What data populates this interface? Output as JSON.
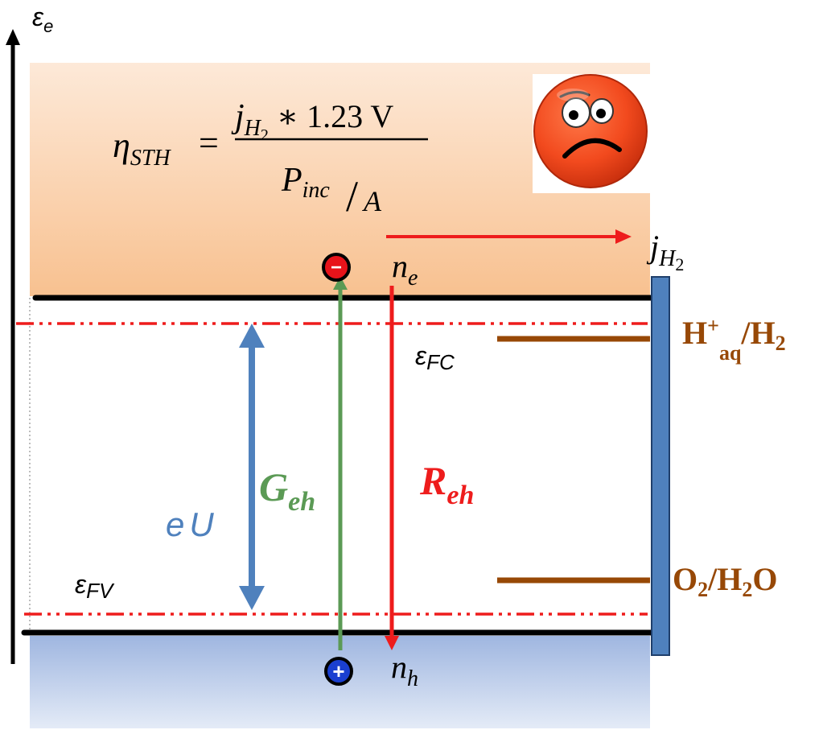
{
  "axis": {
    "symbol": "ε",
    "subscript": "e"
  },
  "formula": {
    "lhs_symbol": "η",
    "lhs_subscript": "STH",
    "equals": "=",
    "numerator_symbol": "j",
    "numerator_subscript": "H",
    "numerator_subsubscript": "2",
    "numerator_rest": "∗ 1.23 V",
    "denominator_symbol": "P",
    "denominator_subscript": "inc",
    "denominator_slash": "/",
    "denominator_area": "A"
  },
  "current": {
    "symbol": "j",
    "subscript": "H",
    "subsubscript": "2"
  },
  "electron": {
    "charge_sign": "−",
    "label_symbol": "n",
    "label_subscript": "e"
  },
  "hole": {
    "charge_sign": "+",
    "label_symbol": "n",
    "label_subscript": "h"
  },
  "quasi_fermi_conduction": {
    "symbol": "ε",
    "subscript": "FC"
  },
  "quasi_fermi_valence": {
    "symbol": "ε",
    "subscript": "FV"
  },
  "photovoltage": {
    "symbol": "e",
    "variable": "U"
  },
  "generation": {
    "symbol": "G",
    "subscript": "eh"
  },
  "recombination": {
    "symbol": "R",
    "subscript": "eh"
  },
  "redox_levels": {
    "hydrogen": {
      "species": "H",
      "charge": "+",
      "phase": "aq",
      "slash": "/",
      "product": "H",
      "product_subscript": "2"
    },
    "oxygen": {
      "species": "O",
      "species_subscript": "2",
      "slash": "/",
      "product": "H",
      "product_subscript": "2",
      "product_tail": "O"
    }
  },
  "colors": {
    "conduction_band_fill_top": "#f9c79b",
    "conduction_band_fill_bottom": "#fbe3cf",
    "valence_band_fill_top": "#a9bde3",
    "valence_band_fill_bottom": "#dce5f5",
    "quasi_fermi_lines": "#ee1c1c",
    "photovoltage_arrow": "#4f81bd",
    "generation_arrow": "#5b9a55",
    "recombination_arrow": "#ee1c1c",
    "redox_levels": "#974806",
    "electrode": "#4f81bd",
    "electron_fill": "#e8131a",
    "hole_fill": "#1a3fd0"
  },
  "icons": {
    "mood": "sad-face-icon"
  }
}
